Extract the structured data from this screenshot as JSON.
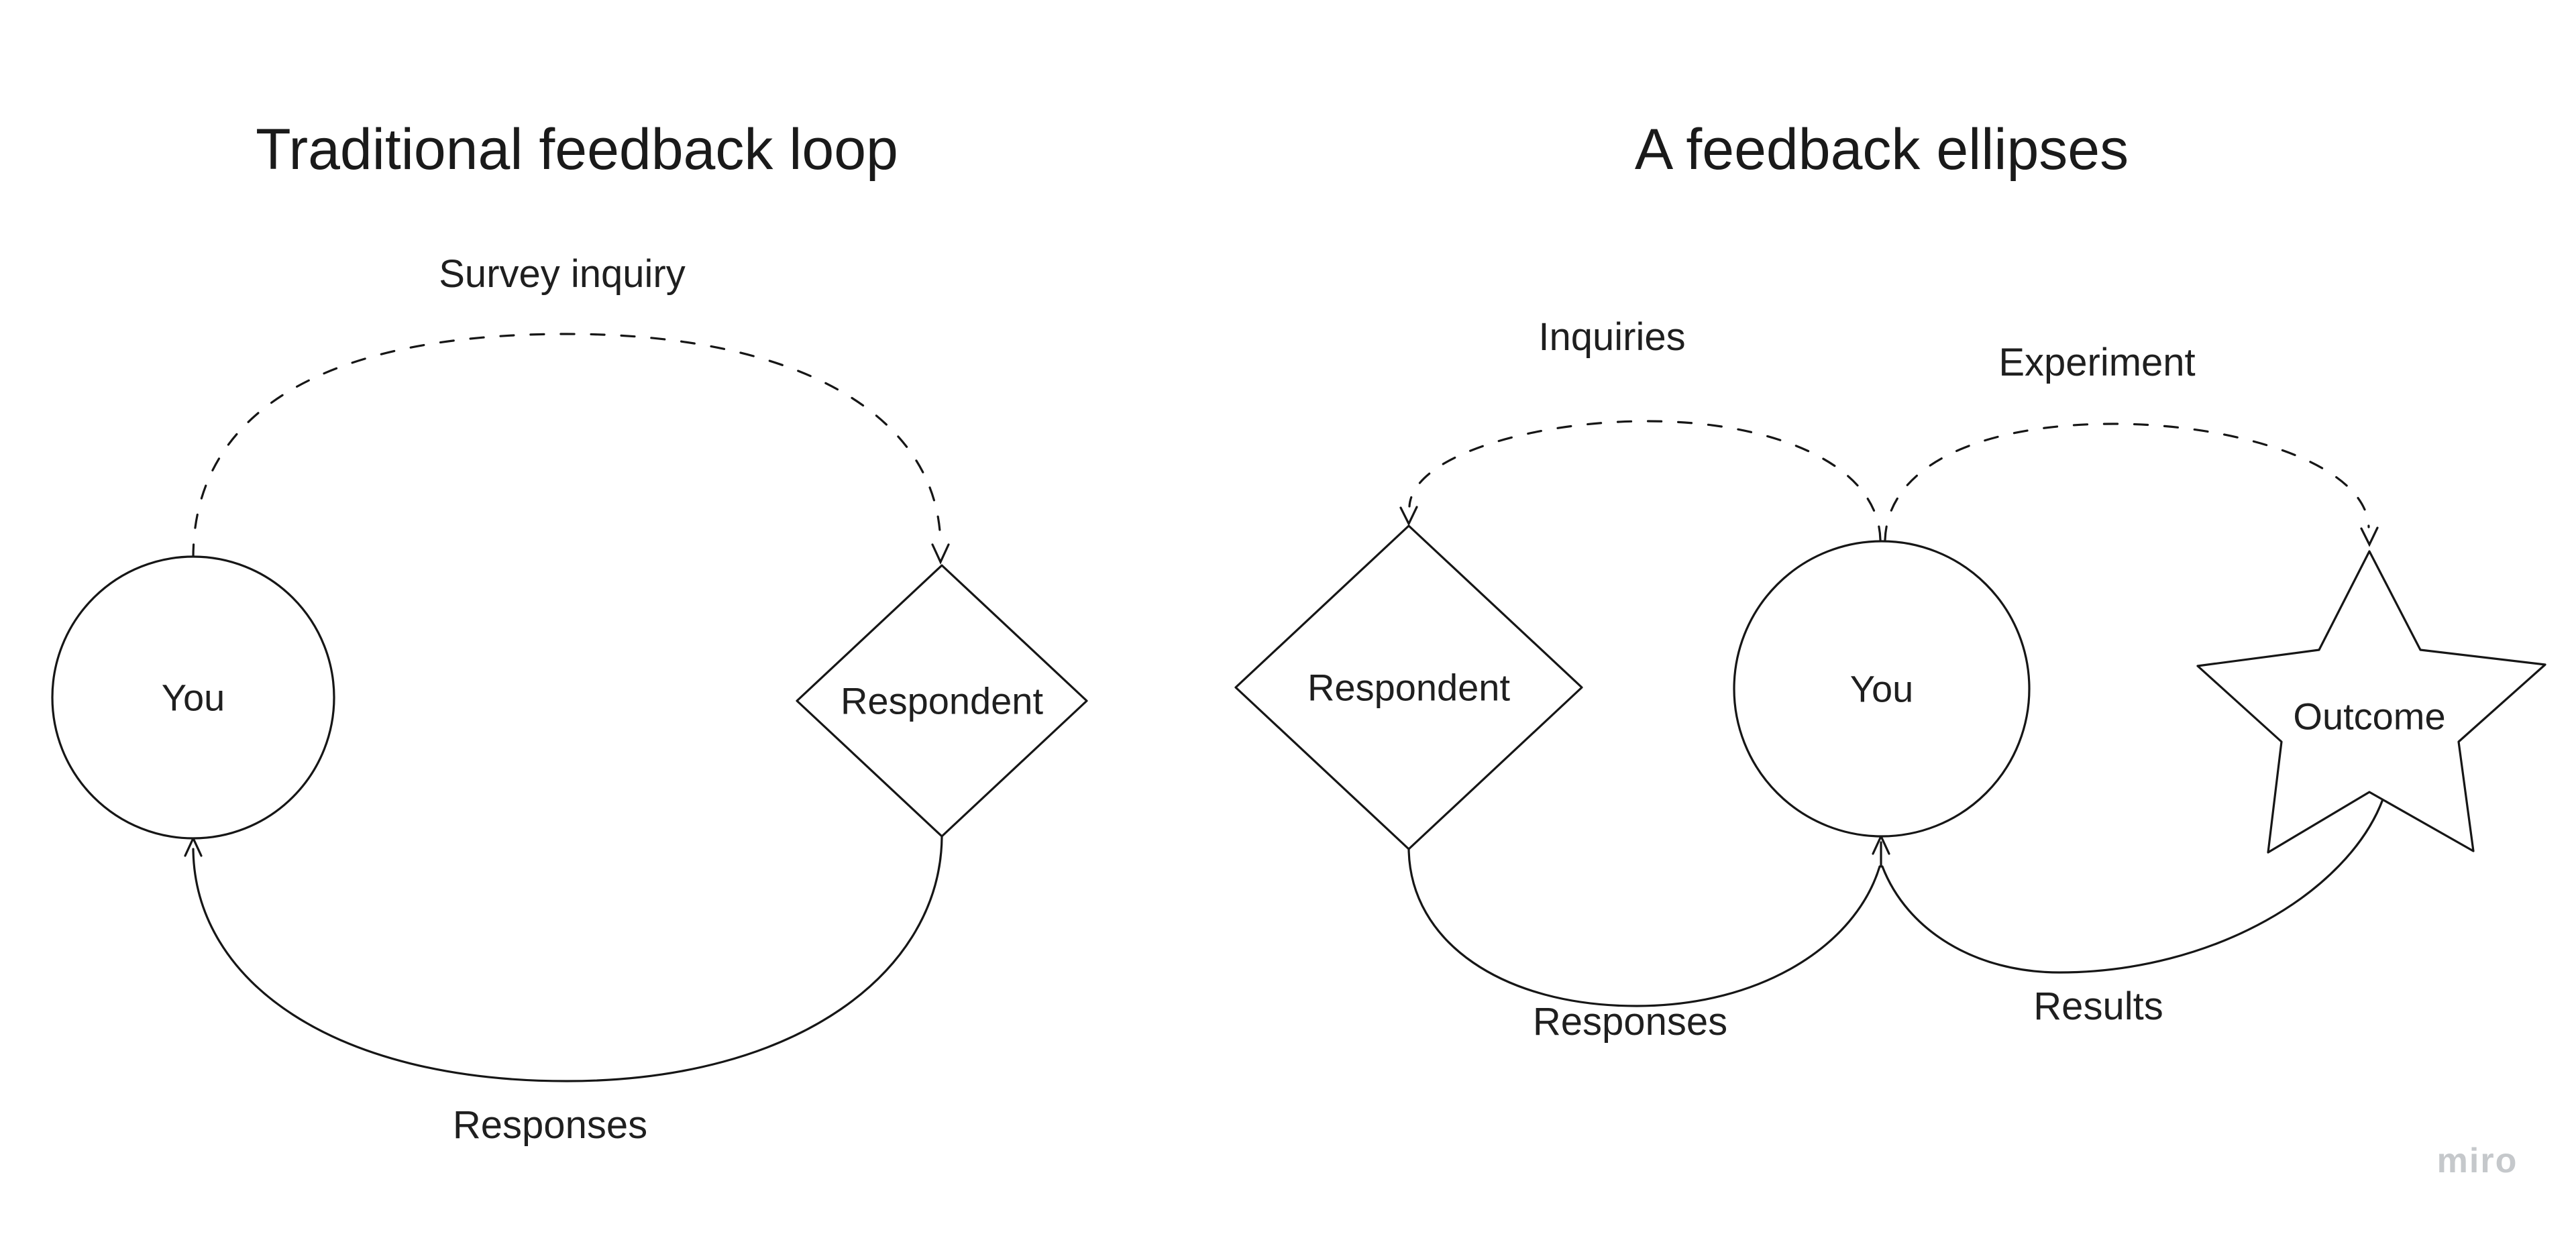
{
  "board": {
    "background": "#ffffff",
    "line_color": "#161616",
    "text_color": "#1f1f1f"
  },
  "left_diagram": {
    "title": "Traditional feedback loop",
    "nodes": {
      "you": {
        "label": "You",
        "shape": "circle"
      },
      "respondent": {
        "label": "Respondent",
        "shape": "diamond"
      }
    },
    "edges": {
      "survey_inquiry": {
        "label": "Survey inquiry",
        "style": "dashed",
        "from": "you",
        "to": "respondent"
      },
      "responses": {
        "label": "Responses",
        "style": "solid",
        "from": "respondent",
        "to": "you"
      }
    }
  },
  "right_diagram": {
    "title": "A feedback ellipses",
    "nodes": {
      "respondent": {
        "label": "Respondent",
        "shape": "diamond"
      },
      "you": {
        "label": "You",
        "shape": "circle"
      },
      "outcome": {
        "label": "Outcome",
        "shape": "star"
      }
    },
    "edges": {
      "inquiries": {
        "label": "Inquiries",
        "style": "dashed",
        "from": "you",
        "to": "respondent"
      },
      "experiment": {
        "label": "Experiment",
        "style": "dashed",
        "from": "you",
        "to": "outcome"
      },
      "responses": {
        "label": "Responses",
        "style": "solid",
        "from": "respondent",
        "to": "you"
      },
      "results": {
        "label": "Results",
        "style": "solid",
        "from": "outcome",
        "to": "you"
      }
    }
  },
  "watermark": {
    "label": "miro",
    "color": "#c5c8cb"
  }
}
